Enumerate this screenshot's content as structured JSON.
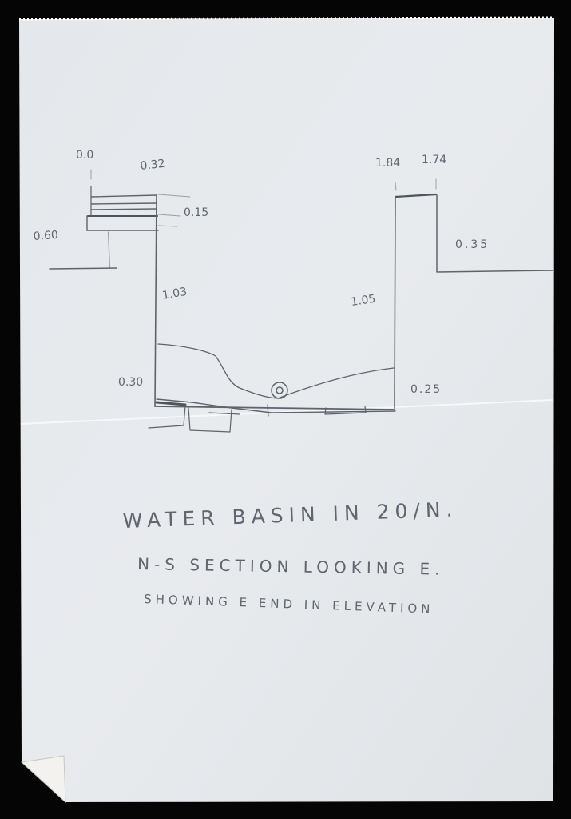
{
  "dimensions": {
    "left_top_0": "0.0",
    "left_top_032": "0.32",
    "left_015": "0.15",
    "left_060": "0.60",
    "left_103": "1.03",
    "left_030": "0.30",
    "right_top_184": "1.84",
    "right_top_174": "1.74",
    "right_035": "0.35",
    "right_105": "1.05",
    "right_025": "0.25"
  },
  "caption": {
    "line1": "WATER BASIN IN 20/N.",
    "line2": "N-S SECTION LOOKING E.",
    "line3": "SHOWING E END IN ELEVATION"
  },
  "colors": {
    "paper": "#e6e9ec",
    "pencil": "#5f6670",
    "background": "#050505"
  }
}
